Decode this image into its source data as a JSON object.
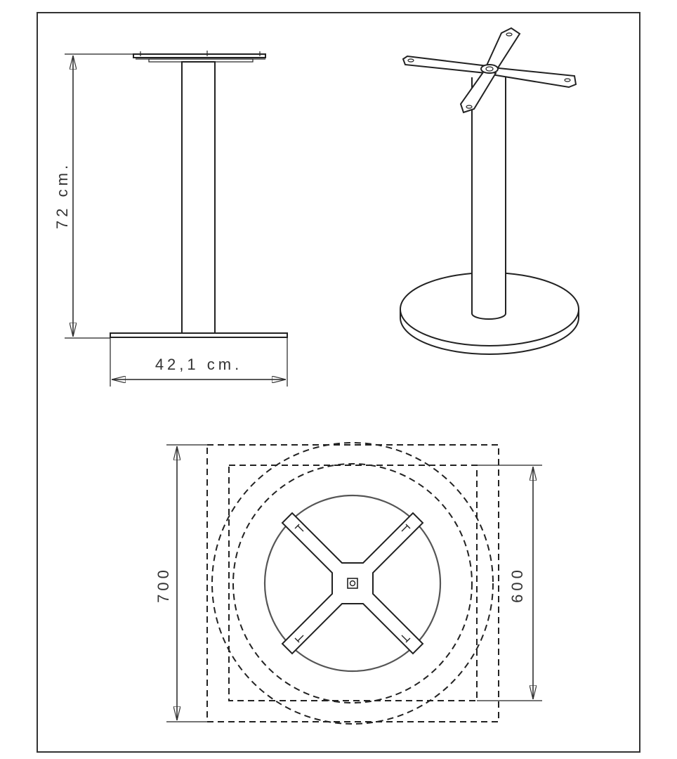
{
  "dimensions": {
    "height_label": "72 cm.",
    "base_width_label": "42,1 cm.",
    "outer_top_label": "700",
    "inner_top_label": "600"
  },
  "colors": {
    "line": "#222222",
    "frame": "#333333",
    "text": "#333333",
    "background": "#ffffff"
  }
}
